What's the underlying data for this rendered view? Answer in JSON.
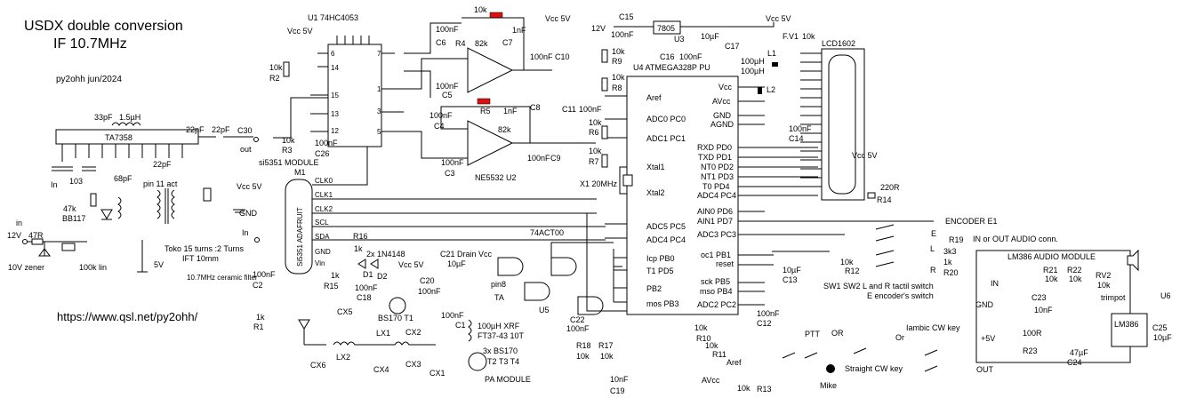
{
  "title": {
    "line1": "USDX double conversion",
    "line2": "IF 10.7MHz",
    "author": "py2ohh jun/2024",
    "url": "https://www.qsl.net/py2ohh/"
  },
  "chips": {
    "u1": "U1 74HC4053",
    "u4": "U4  ATMEGA328P PU",
    "u2": "NE5532  U2",
    "u3": "7805",
    "u3_ref": "U3",
    "tx": "TA7358",
    "si_module": "si5351 MODULE",
    "si_ref": "M1",
    "adafruit": "Si5351 ADAFRUIT",
    "lcd": "LCD1602",
    "lm386_mod": "LM386 AUDIO MODULE",
    "lm386": "LM386",
    "u6": "U6",
    "u5": "U5",
    "act00": "74ACT00",
    "pa_module": "PA MODULE",
    "bs170_t1": "BS170 T1",
    "bs170_3x": "3x BS170",
    "t234": "T2 T3 T4",
    "bb117": "BB117",
    "zener": "10V zener",
    "diodes": "2x 1N4148",
    "encoder": "ENCODER  E1",
    "rv2": "RV2",
    "trimpot": "trimpot",
    "xtal": "X1 20MHz",
    "mike": "Mike"
  },
  "parts": {
    "r_10k": "10k",
    "r_82k": "82k",
    "r_1k": "1k",
    "r_47k": "47k",
    "r_47r": "47R",
    "r_100klin": "100k lin",
    "r_220r": "220R",
    "r_3k3": "3k3",
    "r_100r": "100R",
    "c_100nf": "100nF",
    "c_10nf": "10nF",
    "c_1nf": "1nF",
    "c_10uf": "10µF",
    "c_47uf": "47µF",
    "c_22pf": "22pF",
    "c_68pf": "68pF",
    "c_33pf": "33pF",
    "c_103": "103",
    "l_1_5uh": "1.5µH",
    "l_100uh": "100µH",
    "xrf": "100µH  XRF",
    "ft37": "FT37-43  10T",
    "vcc5v": "Vcc 5V",
    "v12": "12V",
    "v5": "5V",
    "v5p": "+5V",
    "gnd": "GND",
    "in": "In",
    "in_lc": "in",
    "out": "out",
    "OUT": "OUT",
    "IN": "IN",
    "E": "E",
    "L": "L",
    "R": "R",
    "fv1": "F.V1",
    "l1": "L1",
    "l2": "L2",
    "drain": "C21  Drain Vcc",
    "pin11": "pin 11 act",
    "pin8": "pin8",
    "ta": "TA",
    "aref_pin": "Aref",
    "avcc": "AVcc"
  },
  "refs": {
    "R1": "R1",
    "R2": "R2",
    "R3": "R3",
    "R4": "R4",
    "R5": "R5",
    "R6": "R6",
    "R7": "R7",
    "R8": "R8",
    "R9": "R9",
    "R10": "R10",
    "R11": "R11",
    "R12": "R12",
    "R13": "R13",
    "R14": "R14",
    "R15": "R15",
    "R16": "R16",
    "R17": "R17",
    "R18": "R18",
    "R19": "R19",
    "R20": "R20",
    "R21": "R21",
    "R22": "R22",
    "R23": "R23",
    "C1": "C1",
    "C2": "C2",
    "C3": "C3",
    "C4": "C4",
    "C5": "C5",
    "C6": "C6",
    "C7": "C7",
    "C8": "C8",
    "C9": "C9",
    "C10": "C10",
    "C11": "C11",
    "C12": "C12",
    "C13": "C13",
    "C14": "C14",
    "C15": "C15",
    "C16": "C16",
    "C17": "C17",
    "C18": "C18",
    "C19": "C19",
    "C20": "C20",
    "C22": "C22",
    "C23": "C23",
    "C24": "C24",
    "C25": "C25",
    "C26": "C26",
    "C30": "C30",
    "CX1": "CX1",
    "CX2": "CX2",
    "CX3": "CX3",
    "CX4": "CX4",
    "CX5": "CX5",
    "CX6": "CX6",
    "LX1": "LX1",
    "LX2": "LX2",
    "D1": "D1",
    "D2": "D2",
    "C16x": "C16"
  },
  "pins": {
    "aref": "Aref",
    "adc0": "ADC0 PC0",
    "adc1": "ADC1 PC1",
    "xtal1": "Xtal1",
    "xtal2": "Xtal2",
    "adc5": "ADC5 PC5",
    "adc4": "ADC4 PC4",
    "vcc": "Vcc",
    "avcc": "AVcc",
    "gnd": "GND",
    "agnd": "AGND",
    "rxd": "RXD PD0",
    "txd": "TXD PD1",
    "nt0": "NT0 PD2",
    "nt1": "NT1 PD3",
    "t0": "T0 PD4",
    "adc4b": "ADC4 PC4",
    "ain0": "AIN0 PD6",
    "ain1": "AIN1 PD7",
    "adc3": "ADC3 PC3",
    "oc1": "oc1 PB1",
    "reset": "reset",
    "icp": "Icp PB0",
    "t1": "T1 PD5",
    "pb2": "PB2",
    "mos": "mos PB3",
    "sck": "sck PB5",
    "mso": "mso PB4",
    "adc2": "ADC2 PC2",
    "clk0": "CLK0",
    "clk1": "CLK1",
    "clk2": "CLK2",
    "scl": "SCL",
    "sda": "SDA",
    "gnd_m": "GND",
    "vin": "Vin"
  },
  "notes": {
    "toko": "Toko 15 turns :2 Turns",
    "ift": "IFT 10mm",
    "filter": "10.7MHz ceramic filter",
    "sw": "SW1 SW2  L and R tactil switch",
    "e_sw": "E encoder's switch",
    "audio_conn": "IN or OUT  AUDIO conn.",
    "ptt": "PTT",
    "or": "OR",
    "or2": "Or",
    "iambic": "Iambic CW key",
    "straight": "Straight CW key"
  },
  "colors": {
    "resistor_highlight": "#dd1111",
    "ink": "#000000"
  }
}
